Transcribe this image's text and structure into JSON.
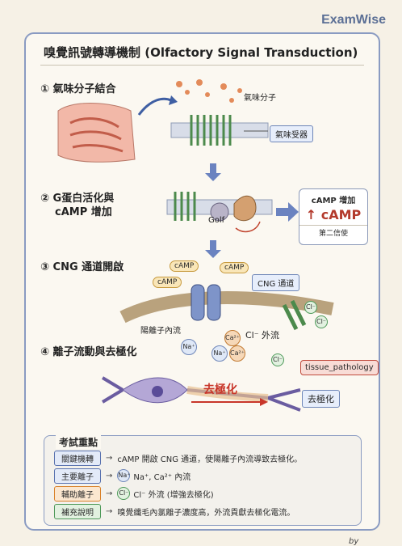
{
  "brand": "ExamWise",
  "title": "嗅覺訊號轉導機制 (Olfactory Signal Transduction)",
  "steps": [
    {
      "num": "①",
      "label": "氣味分子結合"
    },
    {
      "num": "②",
      "label": "G蛋白活化與",
      "label2": "cAMP 增加"
    },
    {
      "num": "③",
      "label": "CNG 通道開啟"
    },
    {
      "num": "④",
      "label": "離子流動與去極化"
    }
  ],
  "labels": {
    "odorant": "氣味分子",
    "receptor": "氣味受器",
    "golf": "Golf",
    "camp_box_title": "cAMP 增加",
    "camp_box_value": "↑ cAMP",
    "second_messenger": "第二信使",
    "camp": "cAMP",
    "cng_channel": "CNG 通道",
    "cation_influx": "陽離子內流",
    "cl_efflux": "Cl⁻ 外流",
    "na": "Na⁺",
    "ca": "Ca²⁺",
    "cl": "Cl⁻",
    "tissue": "tissue_pathology",
    "depolarization": "去極化",
    "depolarization_tag": "去極化"
  },
  "key": {
    "heading": "考試重點",
    "rows": [
      {
        "tag": "關鍵機轉",
        "text": "cAMP 開啟 CNG 通道，使陽離子內流導致去極化。",
        "color": "#5a73b0",
        "bg": "#e3eaf8"
      },
      {
        "tag": "主要離子",
        "ion": "Na⁺",
        "text": "Na⁺, Ca²⁺ 內流",
        "color": "#5a73b0",
        "bg": "#e3eaf8"
      },
      {
        "tag": "輔助離子",
        "ion": "Cl⁻",
        "text": "Cl⁻ 外流 (增強去極化)",
        "color": "#d9822b",
        "bg": "#fbe7d0"
      },
      {
        "tag": "補充說明",
        "text": "嗅覺纖毛內氯離子濃度高，外流貢獻去極化電流。",
        "color": "#4f9a5a",
        "bg": "#e2f1e0"
      }
    ]
  },
  "signature": "by"
}
